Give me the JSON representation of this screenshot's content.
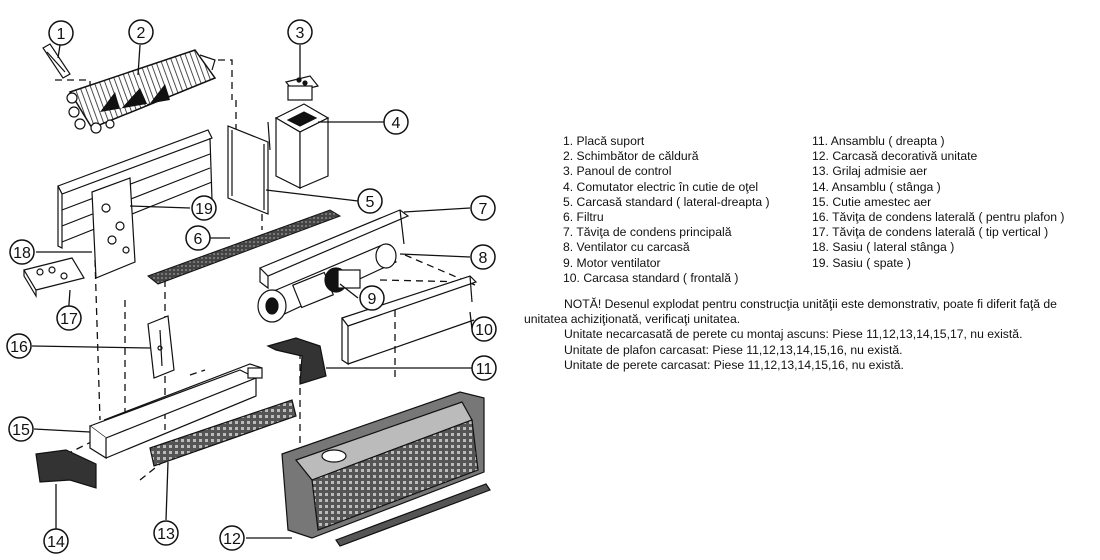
{
  "callouts": [
    "1",
    "2",
    "3",
    "4",
    "5",
    "6",
    "7",
    "8",
    "9",
    "10",
    "11",
    "12",
    "13",
    "14",
    "15",
    "16",
    "17",
    "18",
    "19"
  ],
  "legend_left": [
    "1. Placă suport",
    "2. Schimbător de căldură",
    "3. Panoul de control",
    "4. Comutator electric în cutie de oţel",
    "5. Carcasă standard ( lateral-dreapta )",
    "6. Filtru",
    "7. Tăviţa de condens principală",
    "8. Ventilator cu carcasă",
    "9. Motor ventilator",
    "10. Carcasa standard ( frontală )"
  ],
  "legend_right": [
    "11. Ansamblu ( dreapta )",
    "12. Carcasă decorativă unitate",
    "13. Grilaj admisie aer",
    "14. Ansamblu ( stânga )",
    "15. Cutie amestec aer",
    "16. Tăviţa de condens laterală ( pentru plafon )",
    "17. Tăviţa de condens laterală ( tip vertical )",
    "18.  Sasiu ( lateral stânga )",
    "19. Sasiu ( spate )"
  ],
  "notes": {
    "warning": "NOTĂ! Desenul explodat pentru construcţia unităţii este demonstrativ, poate fi diferit faţă de unitatea achiziţionată, verificaţi unitatea.",
    "line1": "Unitate necarcasată de perete cu montaj ascuns: Piese 11,12,13,14,15,17, nu există.",
    "line2": "Unitate de plafon carcasat: Piese 11,12,13,14,15,16, nu există.",
    "line3": "Unitate de perete carcasat: Piese 11,12,13,14,15,16, nu există."
  }
}
